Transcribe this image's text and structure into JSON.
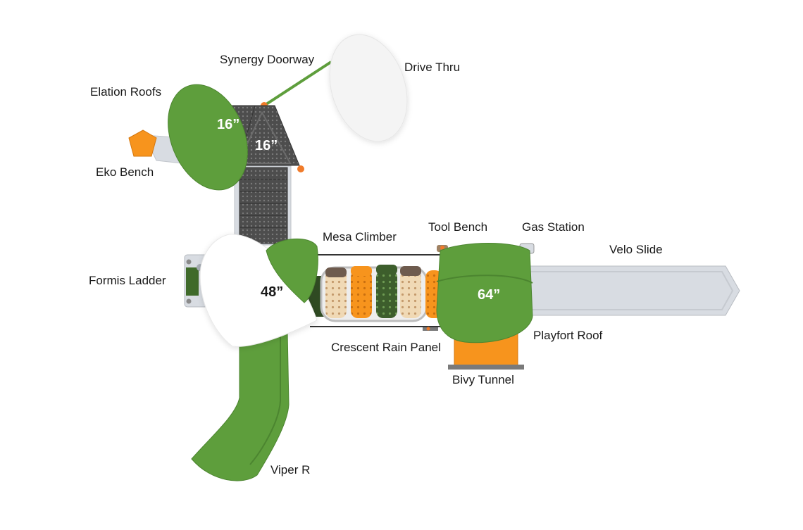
{
  "diagram": {
    "labels": {
      "synergy_doorway": "Synergy Doorway",
      "drive_thru": "Drive Thru",
      "elation_roofs": "Elation Roofs",
      "eko_bench": "Eko Bench",
      "mesa_climber": "Mesa Climber",
      "tool_bench": "Tool Bench",
      "gas_station": "Gas Station",
      "velo_slide": "Velo Slide",
      "formis_ladder": "Formis Ladder",
      "crescent_rain_panel": "Crescent Rain Panel",
      "playfort_roof": "Playfort Roof",
      "bivy_tunnel": "Bivy Tunnel",
      "viper_r": "Viper R"
    },
    "deck_heights": {
      "upper_left": "16”",
      "upper_right": "16”",
      "left_deck": "48”",
      "right_deck": "64”"
    },
    "colors": {
      "green": "#5e9e3c",
      "dark_green": "#3f6a2a",
      "orange": "#f7941d",
      "deck_gray": "#4a4a4a",
      "steel": "#d8dce2",
      "white_roof": "#f4f4f4",
      "tan": "#f0d9b5",
      "brown": "#6e5b4e"
    }
  }
}
